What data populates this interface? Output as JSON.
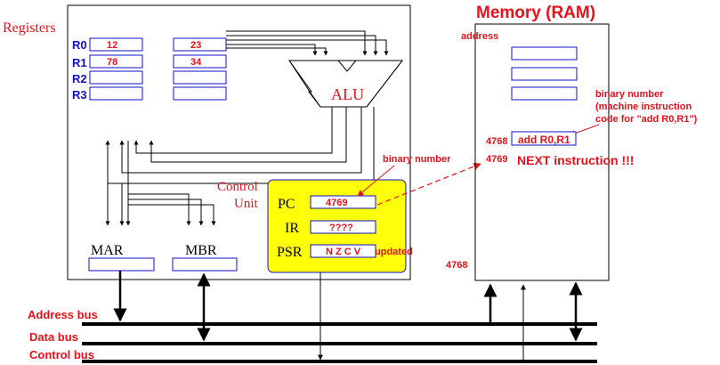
{
  "cpu": {
    "registers_title": "Registers",
    "registers": [
      {
        "name": "R0",
        "col1": "12",
        "col2": "23"
      },
      {
        "name": "R1",
        "col1": "78",
        "col2": "34"
      },
      {
        "name": "R2",
        "col1": "",
        "col2": ""
      },
      {
        "name": "R3",
        "col1": "",
        "col2": ""
      }
    ],
    "alu_label": "ALU",
    "control_unit_label_1": "Control",
    "control_unit_label_2": "Unit",
    "mar_label": "MAR",
    "mbr_label": "MBR"
  },
  "control_unit": {
    "pc_label": "PC",
    "pc_value": "4769",
    "ir_label": "IR",
    "ir_value": "????",
    "psr_label": "PSR",
    "psr_value": "N Z C V",
    "psr_note": "updated",
    "binary_note": "binary number"
  },
  "memory": {
    "title": "Memory (RAM)",
    "address_label": "address",
    "note_line1": "binary number",
    "note_line2": "(machine instruction",
    "note_line3": "code for \"add R0,R1\")",
    "row_4768_address": "4768",
    "row_4768_content": "add R0,R1",
    "row_4769_address": "4769",
    "row_4769_content": "NEXT instruction !!!",
    "bottom_address": "4768"
  },
  "buses": {
    "address_bus": "Address bus",
    "data_bus": "Data bus",
    "control_bus": "Control bus"
  },
  "colors": {
    "label_red": "#e8101a",
    "register_blue": "#1010c8",
    "control_unit_yellow": "#ffff0a"
  }
}
